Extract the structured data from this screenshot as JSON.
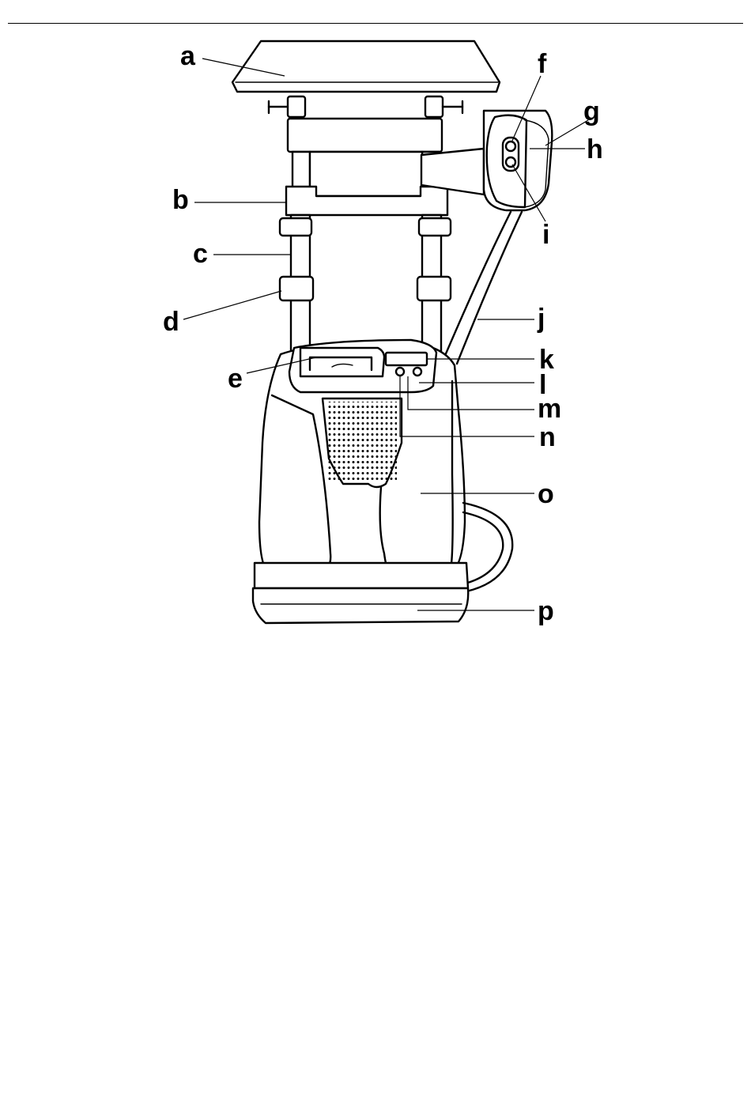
{
  "callouts": {
    "a": "a",
    "b": "b",
    "c": "c",
    "d": "d",
    "e": "e",
    "f": "f",
    "g": "g",
    "h": "h",
    "i": "i",
    "j": "j",
    "k": "k",
    "l": "l",
    "m": "m",
    "n": "n",
    "o": "o",
    "p": "p"
  },
  "colors": {
    "ink": "#000000",
    "paper": "#ffffff"
  }
}
